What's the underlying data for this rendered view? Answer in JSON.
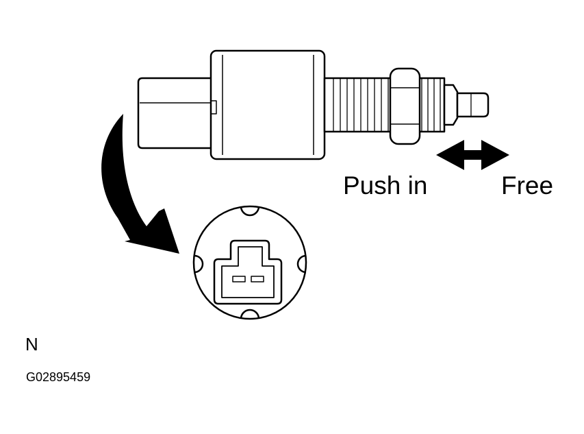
{
  "diagram": {
    "labels": {
      "push_in": "Push in",
      "free": "Free",
      "view_letter": "N",
      "figure_code": "G02895459"
    },
    "parts": [
      "switch-body",
      "connector-housing",
      "threaded-shaft",
      "hex-lock-nut",
      "plunger",
      "connector-end-view",
      "rotation-arrow",
      "push-free-double-arrow"
    ]
  }
}
